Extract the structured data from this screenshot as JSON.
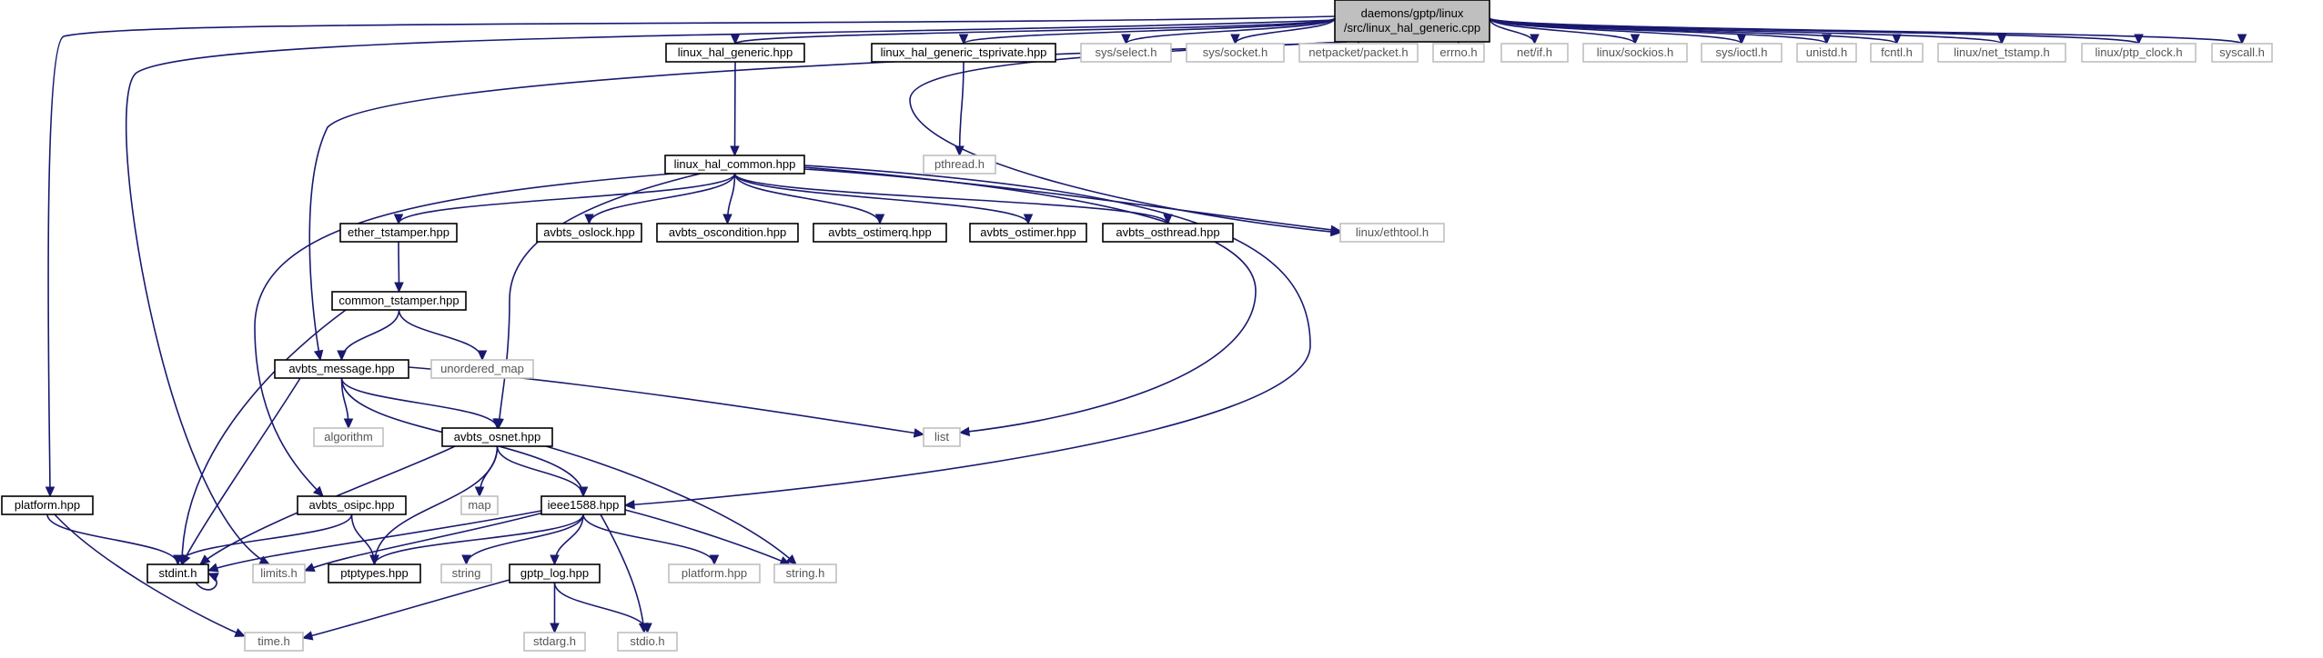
{
  "graph": {
    "title": "daemons/gptp/linux/src/linux_hal_generic.cpp",
    "colors": {
      "edge": "#191970",
      "root_fill": "#bfbfbf",
      "border_doc": "#000000",
      "border_sys": "#bfbfbf"
    },
    "nodes": [
      {
        "id": "root",
        "lines": [
          "daemons/gptp/linux",
          "/src/linux_hal_generic.cpp"
        ],
        "kind": "root"
      },
      {
        "id": "lhg",
        "lines": [
          "linux_hal_generic.hpp"
        ],
        "kind": "doc"
      },
      {
        "id": "lhgt",
        "lines": [
          "linux_hal_generic_tsprivate.hpp"
        ],
        "kind": "doc"
      },
      {
        "id": "select",
        "lines": [
          "sys/select.h"
        ],
        "kind": "sys"
      },
      {
        "id": "socket",
        "lines": [
          "sys/socket.h"
        ],
        "kind": "sys"
      },
      {
        "id": "packet",
        "lines": [
          "netpacket/packet.h"
        ],
        "kind": "sys"
      },
      {
        "id": "errno",
        "lines": [
          "errno.h"
        ],
        "kind": "sys"
      },
      {
        "id": "netif",
        "lines": [
          "net/if.h"
        ],
        "kind": "sys"
      },
      {
        "id": "sockios",
        "lines": [
          "linux/sockios.h"
        ],
        "kind": "sys"
      },
      {
        "id": "ioctl",
        "lines": [
          "sys/ioctl.h"
        ],
        "kind": "sys"
      },
      {
        "id": "unistd",
        "lines": [
          "unistd.h"
        ],
        "kind": "sys"
      },
      {
        "id": "fcntl",
        "lines": [
          "fcntl.h"
        ],
        "kind": "sys"
      },
      {
        "id": "nettstamp",
        "lines": [
          "linux/net_tstamp.h"
        ],
        "kind": "sys"
      },
      {
        "id": "ptpclock",
        "lines": [
          "linux/ptp_clock.h"
        ],
        "kind": "sys"
      },
      {
        "id": "syscall",
        "lines": [
          "syscall.h"
        ],
        "kind": "sys"
      },
      {
        "id": "pthread",
        "lines": [
          "pthread.h"
        ],
        "kind": "sys"
      },
      {
        "id": "lhc",
        "lines": [
          "linux_hal_common.hpp"
        ],
        "kind": "doc"
      },
      {
        "id": "ethtool",
        "lines": [
          "linux/ethtool.h"
        ],
        "kind": "sys"
      },
      {
        "id": "ether",
        "lines": [
          "ether_tstamper.hpp"
        ],
        "kind": "doc"
      },
      {
        "id": "oslock",
        "lines": [
          "avbts_oslock.hpp"
        ],
        "kind": "doc"
      },
      {
        "id": "oscond",
        "lines": [
          "avbts_oscondition.hpp"
        ],
        "kind": "doc"
      },
      {
        "id": "ostimerq",
        "lines": [
          "avbts_ostimerq.hpp"
        ],
        "kind": "doc"
      },
      {
        "id": "ostimer",
        "lines": [
          "avbts_ostimer.hpp"
        ],
        "kind": "doc"
      },
      {
        "id": "osthread",
        "lines": [
          "avbts_osthread.hpp"
        ],
        "kind": "doc"
      },
      {
        "id": "common",
        "lines": [
          "common_tstamper.hpp"
        ],
        "kind": "doc"
      },
      {
        "id": "umap",
        "lines": [
          "unordered_map"
        ],
        "kind": "sys"
      },
      {
        "id": "msg",
        "lines": [
          "avbts_message.hpp"
        ],
        "kind": "doc"
      },
      {
        "id": "algorithm",
        "lines": [
          "algorithm"
        ],
        "kind": "sys"
      },
      {
        "id": "list",
        "lines": [
          "list"
        ],
        "kind": "sys"
      },
      {
        "id": "osnet",
        "lines": [
          "avbts_osnet.hpp"
        ],
        "kind": "doc"
      },
      {
        "id": "map",
        "lines": [
          "map"
        ],
        "kind": "sys"
      },
      {
        "id": "osipc",
        "lines": [
          "avbts_osipc.hpp"
        ],
        "kind": "doc"
      },
      {
        "id": "platform",
        "lines": [
          "platform.hpp"
        ],
        "kind": "doc"
      },
      {
        "id": "ieee",
        "lines": [
          "ieee1588.hpp"
        ],
        "kind": "doc"
      },
      {
        "id": "stdint",
        "lines": [
          "stdint.h"
        ],
        "kind": "doc"
      },
      {
        "id": "limits",
        "lines": [
          "limits.h"
        ],
        "kind": "sys"
      },
      {
        "id": "ptptypes",
        "lines": [
          "ptptypes.hpp"
        ],
        "kind": "doc"
      },
      {
        "id": "string",
        "lines": [
          "string"
        ],
        "kind": "sys"
      },
      {
        "id": "gptplog",
        "lines": [
          "gptp_log.hpp"
        ],
        "kind": "doc"
      },
      {
        "id": "platform2",
        "lines": [
          "platform.hpp"
        ],
        "kind": "sys"
      },
      {
        "id": "stringh",
        "lines": [
          "string.h"
        ],
        "kind": "sys"
      },
      {
        "id": "timeh",
        "lines": [
          "time.h"
        ],
        "kind": "sys"
      },
      {
        "id": "stdarg",
        "lines": [
          "stdarg.h"
        ],
        "kind": "sys"
      },
      {
        "id": "stdio",
        "lines": [
          "stdio.h"
        ],
        "kind": "sys"
      }
    ],
    "edges": [
      [
        "root",
        "lhg"
      ],
      [
        "root",
        "lhgt"
      ],
      [
        "root",
        "select"
      ],
      [
        "root",
        "socket"
      ],
      [
        "root",
        "packet"
      ],
      [
        "root",
        "errno"
      ],
      [
        "root",
        "netif"
      ],
      [
        "root",
        "sockios"
      ],
      [
        "root",
        "ioctl"
      ],
      [
        "root",
        "unistd"
      ],
      [
        "root",
        "fcntl"
      ],
      [
        "root",
        "nettstamp"
      ],
      [
        "root",
        "ptpclock"
      ],
      [
        "root",
        "syscall"
      ],
      [
        "root",
        "platform"
      ],
      [
        "root",
        "limits"
      ],
      [
        "root",
        "msg"
      ],
      [
        "root",
        "ethtool"
      ],
      [
        "lhgt",
        "pthread"
      ],
      [
        "lhg",
        "lhc"
      ],
      [
        "lhc",
        "ether"
      ],
      [
        "lhc",
        "oslock"
      ],
      [
        "lhc",
        "oscond"
      ],
      [
        "lhc",
        "ostimerq"
      ],
      [
        "lhc",
        "ostimer"
      ],
      [
        "lhc",
        "osthread"
      ],
      [
        "lhc",
        "ethtool"
      ],
      [
        "lhc",
        "list"
      ],
      [
        "lhc",
        "osnet"
      ],
      [
        "lhc",
        "osipc"
      ],
      [
        "lhc",
        "ieee"
      ],
      [
        "ether",
        "common"
      ],
      [
        "common",
        "msg"
      ],
      [
        "common",
        "umap"
      ],
      [
        "common",
        "stdint"
      ],
      [
        "msg",
        "algorithm"
      ],
      [
        "msg",
        "list"
      ],
      [
        "msg",
        "osnet"
      ],
      [
        "msg",
        "ieee"
      ],
      [
        "msg",
        "stdint"
      ],
      [
        "osnet",
        "map"
      ],
      [
        "osnet",
        "ieee"
      ],
      [
        "osnet",
        "ptptypes"
      ],
      [
        "osnet",
        "stdint"
      ],
      [
        "osnet",
        "stringh"
      ],
      [
        "osipc",
        "stdint"
      ],
      [
        "osipc",
        "ptptypes"
      ],
      [
        "platform",
        "stdint"
      ],
      [
        "platform",
        "timeh"
      ],
      [
        "ieee",
        "stdint"
      ],
      [
        "ieee",
        "limits"
      ],
      [
        "ieee",
        "ptptypes"
      ],
      [
        "ieee",
        "string"
      ],
      [
        "ieee",
        "gptplog"
      ],
      [
        "ieee",
        "platform2"
      ],
      [
        "ieee",
        "stringh"
      ],
      [
        "ieee",
        "stdio"
      ],
      [
        "stdint",
        "stdint"
      ],
      [
        "gptplog",
        "timeh"
      ],
      [
        "gptplog",
        "stdarg"
      ],
      [
        "gptplog",
        "stdio"
      ]
    ]
  }
}
